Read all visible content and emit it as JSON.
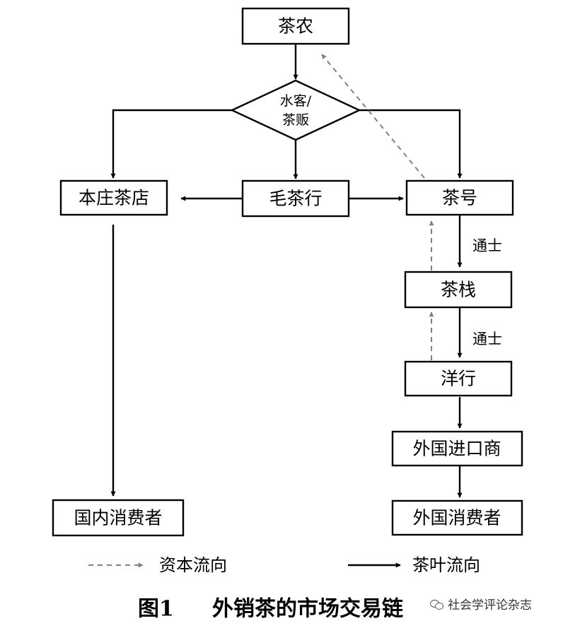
{
  "nodes": {
    "tea_farmer": "茶农",
    "middleman": [
      "水客/",
      "茶贩"
    ],
    "local_tea_shop": "本庄茶店",
    "raw_tea_firm": "毛茶行",
    "tea_house": "茶号",
    "tea_warehouse": "茶栈",
    "foreign_firm": "洋行",
    "foreign_importer": "外国进口商",
    "domestic_consumer": "国内消费者",
    "foreign_consumer": "外国消费者"
  },
  "edge_labels": {
    "tea_house_to_warehouse": "通士",
    "warehouse_to_foreign_firm": "通士"
  },
  "legend": {
    "capital_flow": "资本流向",
    "tea_flow": "茶叶流向"
  },
  "caption": {
    "number": "图1",
    "title": "外销茶的市场交易链"
  },
  "watermark": "社会学评论杂志",
  "colors": {
    "tea_flow": "#000000",
    "capital_flow": "#808080"
  }
}
